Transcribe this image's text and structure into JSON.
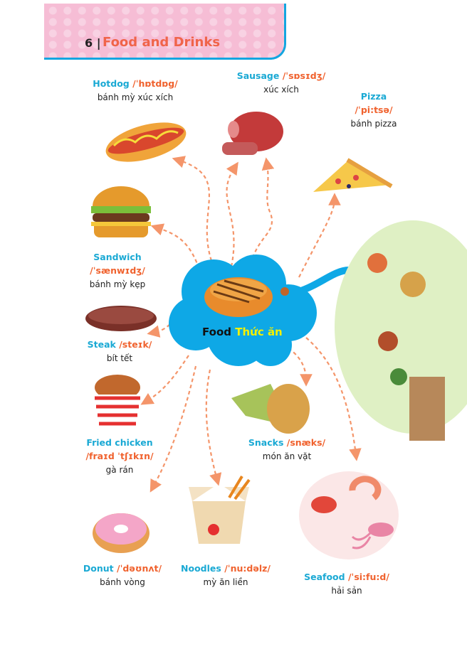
{
  "header": {
    "page_number": "6 |",
    "title": "Food and Drinks"
  },
  "center": {
    "en": "Food",
    "vi": "Thức ăn"
  },
  "items": [
    {
      "en": "Hotdog",
      "ph": "/ˈhɒtdɒg/",
      "vi": "bánh mỳ xúc xích"
    },
    {
      "en": "Sausage",
      "ph": "/ˈsɒsɪdʒ/",
      "vi": "xúc xích"
    },
    {
      "en": "Pizza",
      "ph": "/ˈpi:tsə/",
      "vi": "bánh pizza"
    },
    {
      "en": "Sandwich",
      "ph": "/ˈsænwɪdʒ/",
      "vi": "bánh mỳ kẹp"
    },
    {
      "en": "Steak",
      "ph": "/steɪk/",
      "vi": "bít tết"
    },
    {
      "en": "Fried chicken",
      "ph": "/fraɪd ˈtʃɪkɪn/",
      "vi": "gà rán"
    },
    {
      "en": "Snacks",
      "ph": "/snæks/",
      "vi": "món ăn vặt"
    },
    {
      "en": "Donut",
      "ph": "/ˈdəʊnʌt/",
      "vi": "bánh vòng"
    },
    {
      "en": "Noodles",
      "ph": "/ˈnu:dəlz/",
      "vi": "mỳ ăn liền"
    },
    {
      "en": "Seafood",
      "ph": "/ˈsi:fu:d/",
      "vi": "hải sản"
    }
  ],
  "colors": {
    "english": "#1aa9d4",
    "phonetic": "#f0622e",
    "arrow": "#f4956a",
    "cloud": "#0ea8e6"
  }
}
